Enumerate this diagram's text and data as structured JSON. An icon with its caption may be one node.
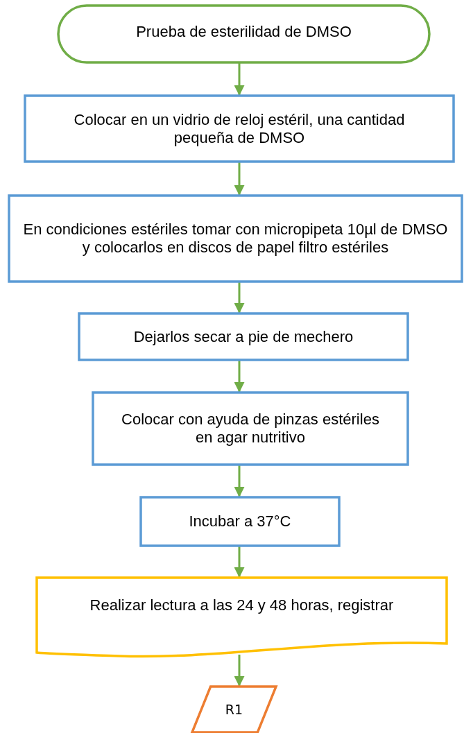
{
  "diagram": {
    "nodes": [
      {
        "text": [
          "Prueba de esterilidad de DMSO"
        ]
      },
      {
        "text": [
          "Colocar en un vidrio de reloj estéril, una cantidad pequeña de DMSO"
        ]
      },
      {
        "text": [
          "En condiciones estériles tomar con micropipeta 10µl de DMSO y colocarlos en discos de papel filtro estériles"
        ]
      },
      {
        "text": [
          "Dejarlos secar a pie de mechero"
        ]
      },
      {
        "text": [
          "Colocar con ayuda de pinzas estériles en agar nutritivo"
        ]
      },
      {
        "text": [
          "Incubar a 37°C"
        ]
      },
      {
        "text": [
          "Realizar lectura a las 24 y 48 horas, registrar"
        ]
      },
      {
        "text": [
          "R1"
        ]
      }
    ],
    "edges": [
      {
        "from": 0,
        "to": 1,
        "arrow": "to"
      },
      {
        "from": 1,
        "to": 2,
        "arrow": "to"
      },
      {
        "from": 2,
        "to": 3,
        "arrow": "to"
      },
      {
        "from": 3,
        "to": 4,
        "arrow": "to"
      },
      {
        "from": 4,
        "to": 5,
        "arrow": "to"
      },
      {
        "from": 5,
        "to": 6,
        "arrow": "to"
      },
      {
        "from": 6,
        "to": 7,
        "arrow": "to"
      }
    ]
  }
}
